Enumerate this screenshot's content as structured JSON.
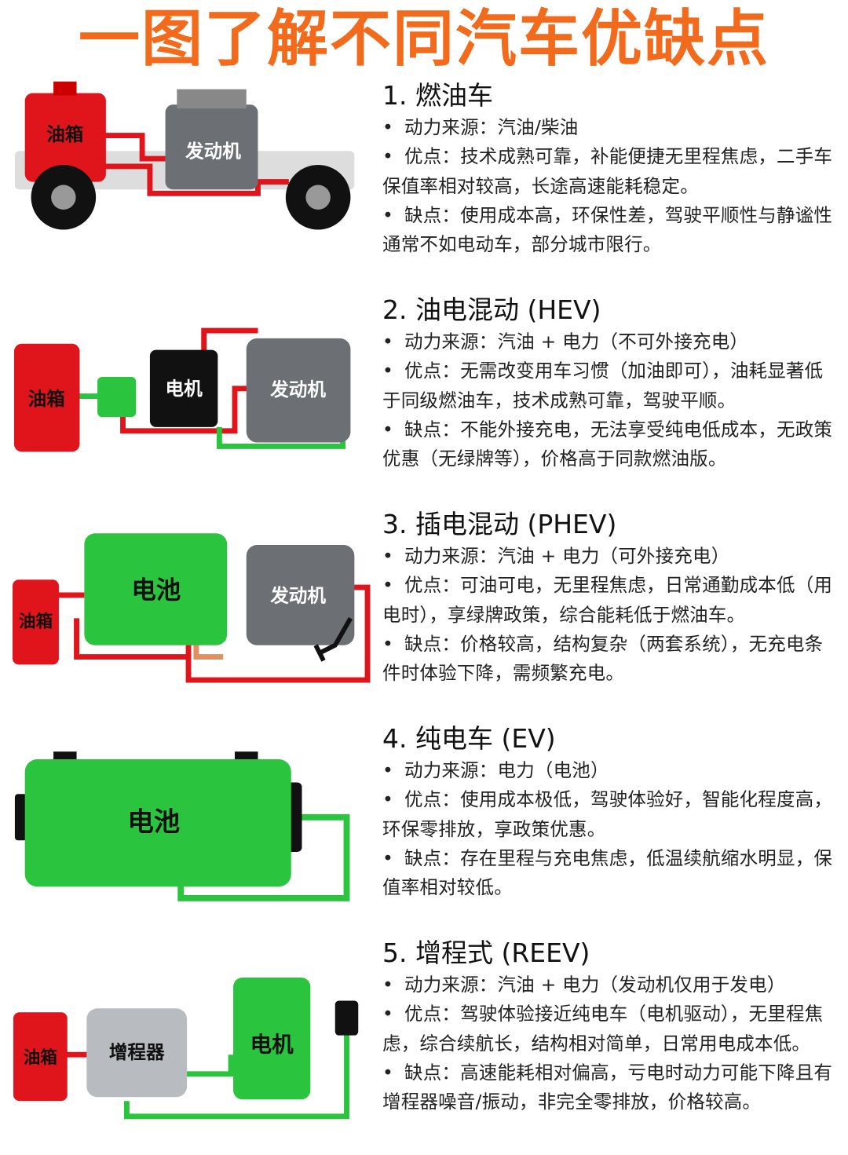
{
  "title": "一图了解不同汽车优缺点",
  "sections": [
    {
      "heading": "1. 燃油车",
      "labels": {
        "tank": "油箱",
        "engine": "发动机"
      },
      "bullets": [
        "动力来源：汽油/柴油",
        "优点：技术成熟可靠，补能便捷无里程焦虑，二手车保值率相对较高，长途高速能耗稳定。",
        "缺点：使用成本高，环保性差，驾驶平顺性与静谧性通常不如电动车，部分城市限行。"
      ]
    },
    {
      "heading": "2. 油电混动 (HEV)",
      "labels": {
        "tank": "油箱",
        "motor": "电机",
        "engine": "发动机"
      },
      "bullets": [
        "动力来源：汽油 + 电力（不可外接充电）",
        "优点：无需改变用车习惯（加油即可），油耗显著低于同级燃油车，技术成熟可靠，驾驶平顺。",
        "缺点：不能外接充电，无法享受纯电低成本，无政策优惠（无绿牌等），价格高于同款燃油版。"
      ]
    },
    {
      "heading": "3. 插电混动 (PHEV)",
      "labels": {
        "tank": "油箱",
        "battery": "电池",
        "engine": "发动机"
      },
      "bullets": [
        "动力来源：汽油 + 电力（可外接充电）",
        "优点：可油可电，无里程焦虑，日常通勤成本低（用电时），享绿牌政策，综合能耗低于燃油车。",
        "缺点：价格较高，结构复杂（两套系统），无充电条件时体验下降，需频繁充电。"
      ]
    },
    {
      "heading": "4. 纯电车 (EV)",
      "labels": {
        "battery": "电池"
      },
      "bullets": [
        "动力来源：电力（电池）",
        "优点：使用成本极低，驾驶体验好，智能化程度高，环保零排放，享政策优惠。",
        "缺点：存在里程与充电焦虑，低温续航缩水明显，保值率相对较低。"
      ]
    },
    {
      "heading": "5. 增程式 (REEV)",
      "labels": {
        "tank": "油箱",
        "extender": "增程器",
        "motor": "电机"
      },
      "bullets": [
        "动力来源：汽油 + 电力（发动机仅用于发电）",
        "优点：驾驶体验接近纯电车（电机驱动），无里程焦虑，综合续航长，结构相对简单，日常用电成本低。",
        "缺点：高速能耗相对偏高，亏电时动力可能下降且有增程器噪音/振动，非完全零排放，价格较高。"
      ]
    }
  ],
  "colors": {
    "title": "#f26a1b",
    "red": "#e0141b",
    "green": "#2bc43e",
    "gray": "#6c6f73"
  }
}
